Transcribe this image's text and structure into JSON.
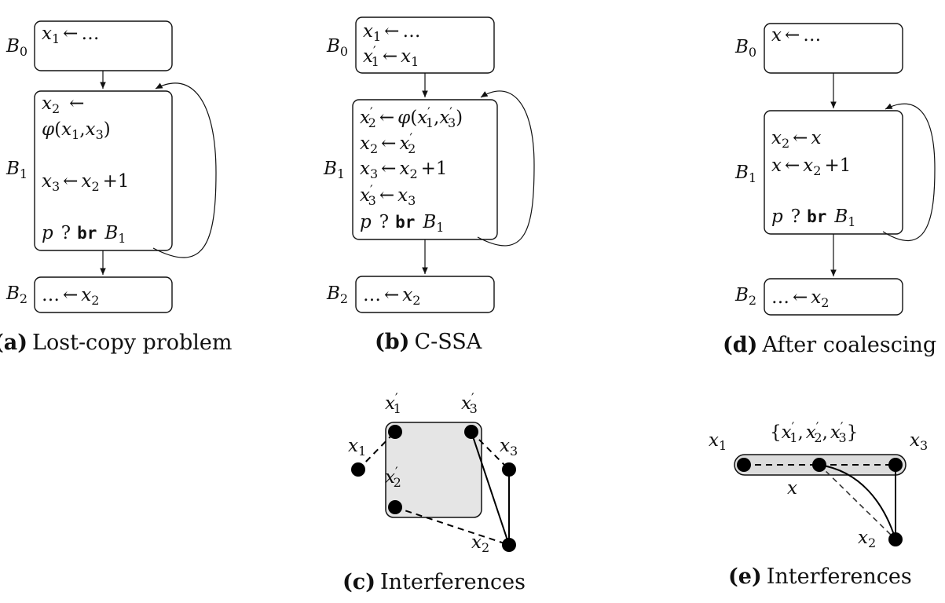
{
  "captions": {
    "a": {
      "tag": "(a)",
      "text": "Lost-copy problem"
    },
    "b": {
      "tag": "(b)",
      "text": "C-SSA"
    },
    "c": {
      "tag": "(c)",
      "text": "Interferences"
    },
    "d": {
      "tag": "(d)",
      "text": "After coalescing"
    },
    "e": {
      "tag": "(e)",
      "text": "Interferences"
    }
  },
  "blocks": {
    "B": "B",
    "b0": "0",
    "b1": "1",
    "b2": "2"
  },
  "symbols": {
    "arrow": "←",
    "ellipsis": "…",
    "x": "x",
    "p": "p",
    "q": "?",
    "br": "br",
    "phi": "φ",
    "plus_one": "+1",
    "prime": "′",
    "set_open": "{",
    "set_close": "}",
    "comma": ","
  },
  "graph_nodes_c": [
    "x1",
    "x1'",
    "x2'",
    "x3'",
    "x3",
    "x2"
  ],
  "graph_nodes_e": [
    "x1",
    "{x1', x2', x3'}",
    "x3",
    "x",
    "x2"
  ]
}
